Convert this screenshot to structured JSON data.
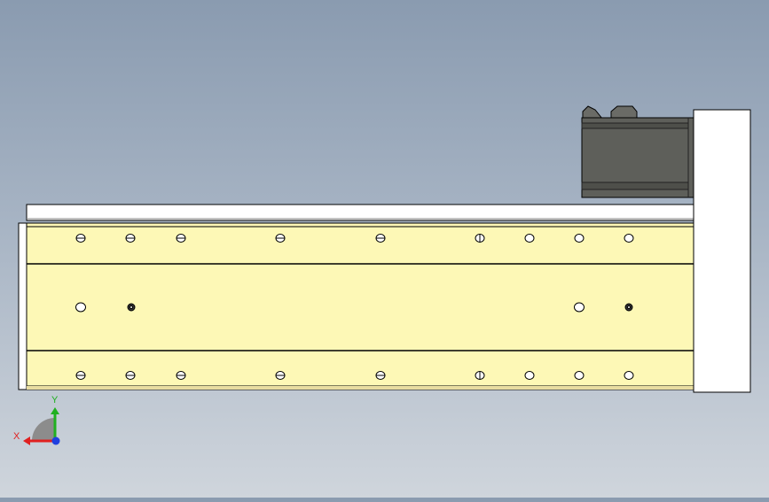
{
  "window": {
    "title": ""
  },
  "view": {
    "orientation": "front",
    "background_top": "#8a9bb0",
    "background_bottom": "#cfd5dc"
  },
  "model": {
    "rail_color": "#fdf8b6",
    "cover_color": "#ffffff",
    "motor_color": "#5e5f5a",
    "edge_color": "#000000",
    "top_row_holes": 9,
    "middle_row_holes": 4,
    "bottom_row_holes": 9
  },
  "triad": {
    "x_label": "X",
    "y_label": "Y",
    "x_color": "#e02020",
    "y_color": "#20b020",
    "z_color": "#2040e0"
  }
}
